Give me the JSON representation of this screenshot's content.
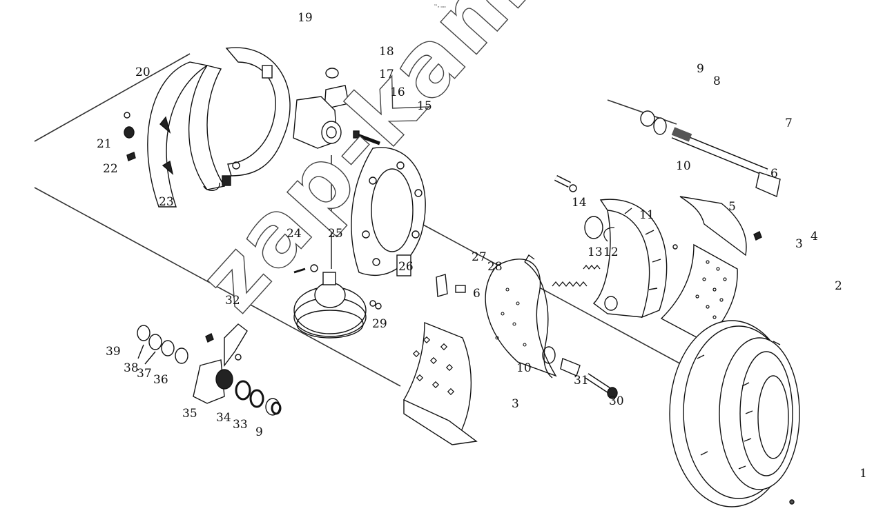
{
  "header_mark": "™ₑ ₒₒₒ",
  "watermark": "zap-kam.ru",
  "callouts": {
    "c1": "1",
    "c2": "2",
    "c3a": "3",
    "c3b": "3",
    "c4": "4",
    "c5": "5",
    "c6a": "6",
    "c6b": "6",
    "c7": "7",
    "c8": "8",
    "c9a": "9",
    "c9b": "9",
    "c10a": "10",
    "c10b": "10",
    "c11": "11",
    "c12": "12",
    "c13": "13",
    "c14": "14",
    "c15": "15",
    "c16": "16",
    "c17": "17",
    "c18": "18",
    "c19": "19",
    "c20": "20",
    "c21": "21",
    "c22": "22",
    "c23": "23",
    "c24": "24",
    "c25": "25",
    "c26": "26",
    "c27": "27",
    "c28": "28",
    "c29": "29",
    "c30": "30",
    "c31": "31",
    "c32": "32",
    "c33": "33",
    "c34": "34",
    "c35": "35",
    "c36": "36",
    "c37": "37",
    "c38": "38",
    "c39": "39"
  }
}
